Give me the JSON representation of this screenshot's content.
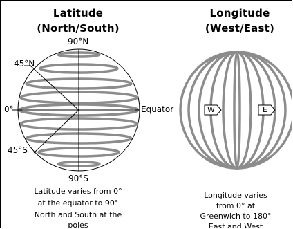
{
  "latitude_panel": {
    "title_line1": "Latitude",
    "title_line2": "(North/South)",
    "label_90n": "90°N",
    "label_45n": "45°N",
    "label_0": "0°",
    "label_equator": "Equator",
    "label_45s": "45°S",
    "label_90s": "90°S",
    "caption_lines": [
      "Latitude varies from 0°",
      "at the equator to 90°",
      "North and South at the",
      "poles"
    ]
  },
  "longitude_panel": {
    "title_line1": "Longitude",
    "title_line2": "(West/East)",
    "tag_west": "W",
    "tag_east": "E",
    "caption_lines": [
      "Longitude varies",
      "from 0° at",
      "Greenwich to 180°",
      "East and West"
    ]
  },
  "colors": {
    "line_gray": "#8c8c8c",
    "outline": "#000000",
    "background": "#ffffff"
  }
}
